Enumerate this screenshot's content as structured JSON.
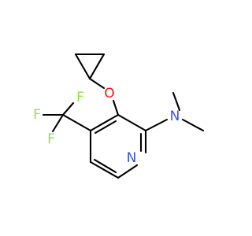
{
  "atoms": {
    "oxygen": "O",
    "nitrogen_amine": "N",
    "nitrogen_ring": "N",
    "fluorine_top": "F",
    "fluorine_left": "F",
    "fluorine_bottom": "F"
  },
  "colors": {
    "bond": "#000000",
    "oxygen": "#ff0d0d",
    "nitrogen": "#3050f8",
    "fluorine": "#90e050",
    "background": "#ffffff"
  }
}
